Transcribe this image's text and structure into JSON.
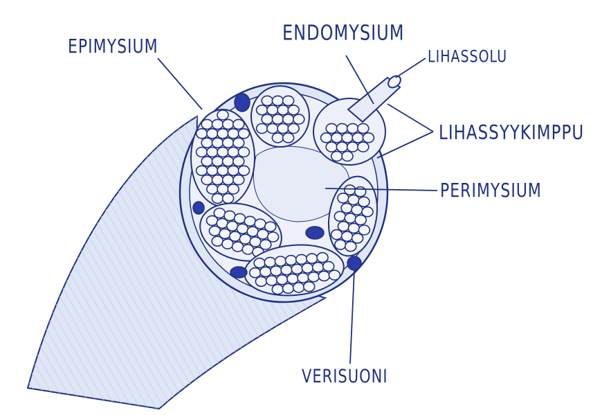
{
  "labels": {
    "epimysium": "EPIMYSIUM",
    "endomysium": "ENDOMYSIUM",
    "lihassolu": "LIHASSOLU",
    "lihassyykimppu": "LIHASSYYKIMPPU",
    "perimysium": "PERIMYSIUM",
    "verisuoni": "VERISUONI"
  },
  "colors": {
    "ink": "#1e2f86",
    "shading": "#c9d3ec",
    "vessel": "#2b3ca8",
    "cell_fill": "#f4f6fb",
    "background": "#ffffff"
  }
}
